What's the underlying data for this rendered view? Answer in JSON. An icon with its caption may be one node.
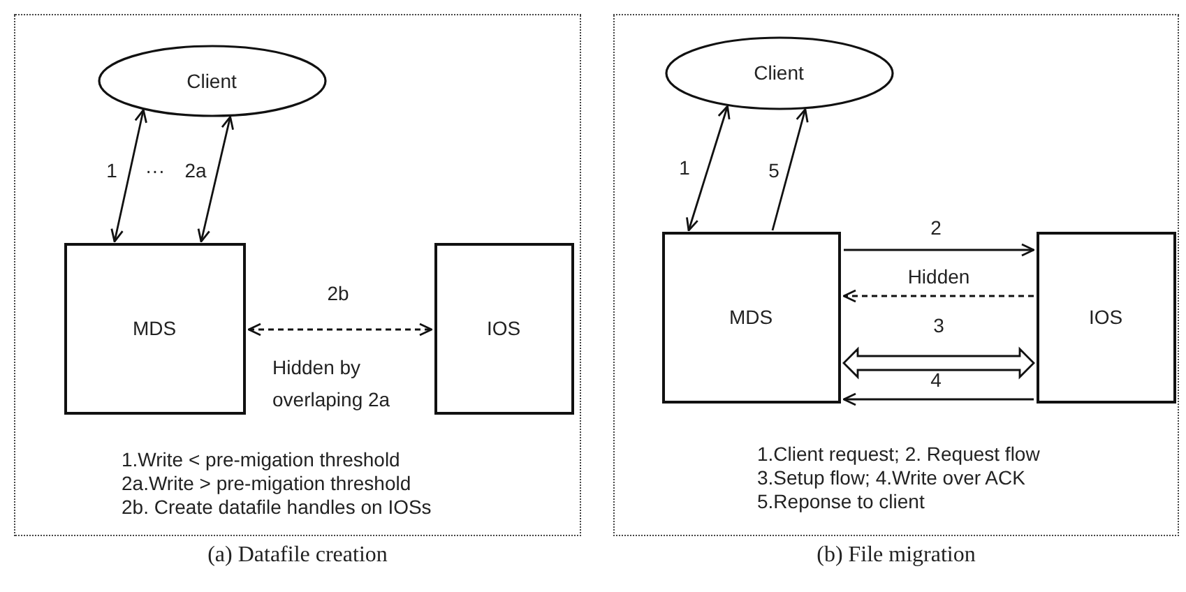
{
  "diagram": {
    "nodes": [
      {
        "text": [
          "(a) Datafile creation"
        ]
      },
      {
        "text": [
          "Client"
        ],
        "in": 0
      },
      {
        "text": [
          "MDS"
        ],
        "in": 0
      },
      {
        "text": [
          "IOS"
        ],
        "in": 0
      },
      {
        "text": [
          "(b) File migration"
        ]
      },
      {
        "text": [
          "Client"
        ],
        "in": 4
      },
      {
        "text": [
          "MDS"
        ],
        "in": 4
      },
      {
        "text": [
          "IOS"
        ],
        "in": 4
      }
    ],
    "edges": [
      {
        "from": 2,
        "to": 1,
        "arrow": "both",
        "label": "1"
      },
      {
        "from": 2,
        "to": 1,
        "arrow": "both",
        "label": "2a"
      },
      {
        "from": 2,
        "to": 3,
        "arrow": "both",
        "label": "2b",
        "style": "dashed"
      },
      {
        "from": 6,
        "to": 5,
        "arrow": "both",
        "label": "1"
      },
      {
        "from": 6,
        "to": 5,
        "arrow": "to",
        "label": "5"
      },
      {
        "from": 6,
        "to": 7,
        "arrow": "to",
        "label": "2"
      },
      {
        "from": 7,
        "to": 6,
        "arrow": "to",
        "label": "Hidden",
        "style": "dashed"
      },
      {
        "from": 6,
        "to": 7,
        "arrow": "both",
        "label": "3",
        "style": "thick"
      },
      {
        "from": 7,
        "to": 6,
        "arrow": "to",
        "label": "4"
      }
    ],
    "labels": [
      "···",
      "Hidden by overlaping 2a",
      "1.Write < pre-migation threshold",
      "2a.Write > pre-migation threshold",
      "2b. Create datafile handles on IOSs",
      "1.Client request; 2. Request flow",
      "3.Setup flow; 4.Write over ACK",
      "5.Reponse to client"
    ]
  }
}
